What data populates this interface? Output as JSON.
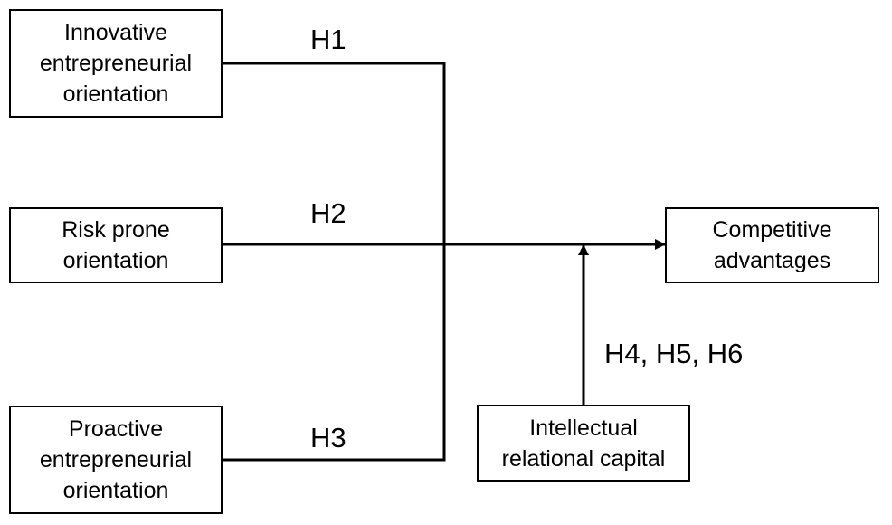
{
  "constructs": {
    "innovative": [
      "Innovative",
      "entrepreneurial",
      "orientation"
    ],
    "risk": [
      "Risk prone",
      "orientation"
    ],
    "proactive": [
      "Proactive",
      "entrepreneurial",
      "orientation"
    ],
    "outcome": [
      "Competitive",
      "advantages"
    ],
    "moderator": [
      "Intellectual",
      "relational capital"
    ]
  },
  "hypotheses": {
    "h1": "H1",
    "h2": "H2",
    "h3": "H3",
    "moderation": "H4, H5, H6"
  },
  "colors": {
    "line": "#000000",
    "box_border": "#000000",
    "background": "#ffffff"
  }
}
